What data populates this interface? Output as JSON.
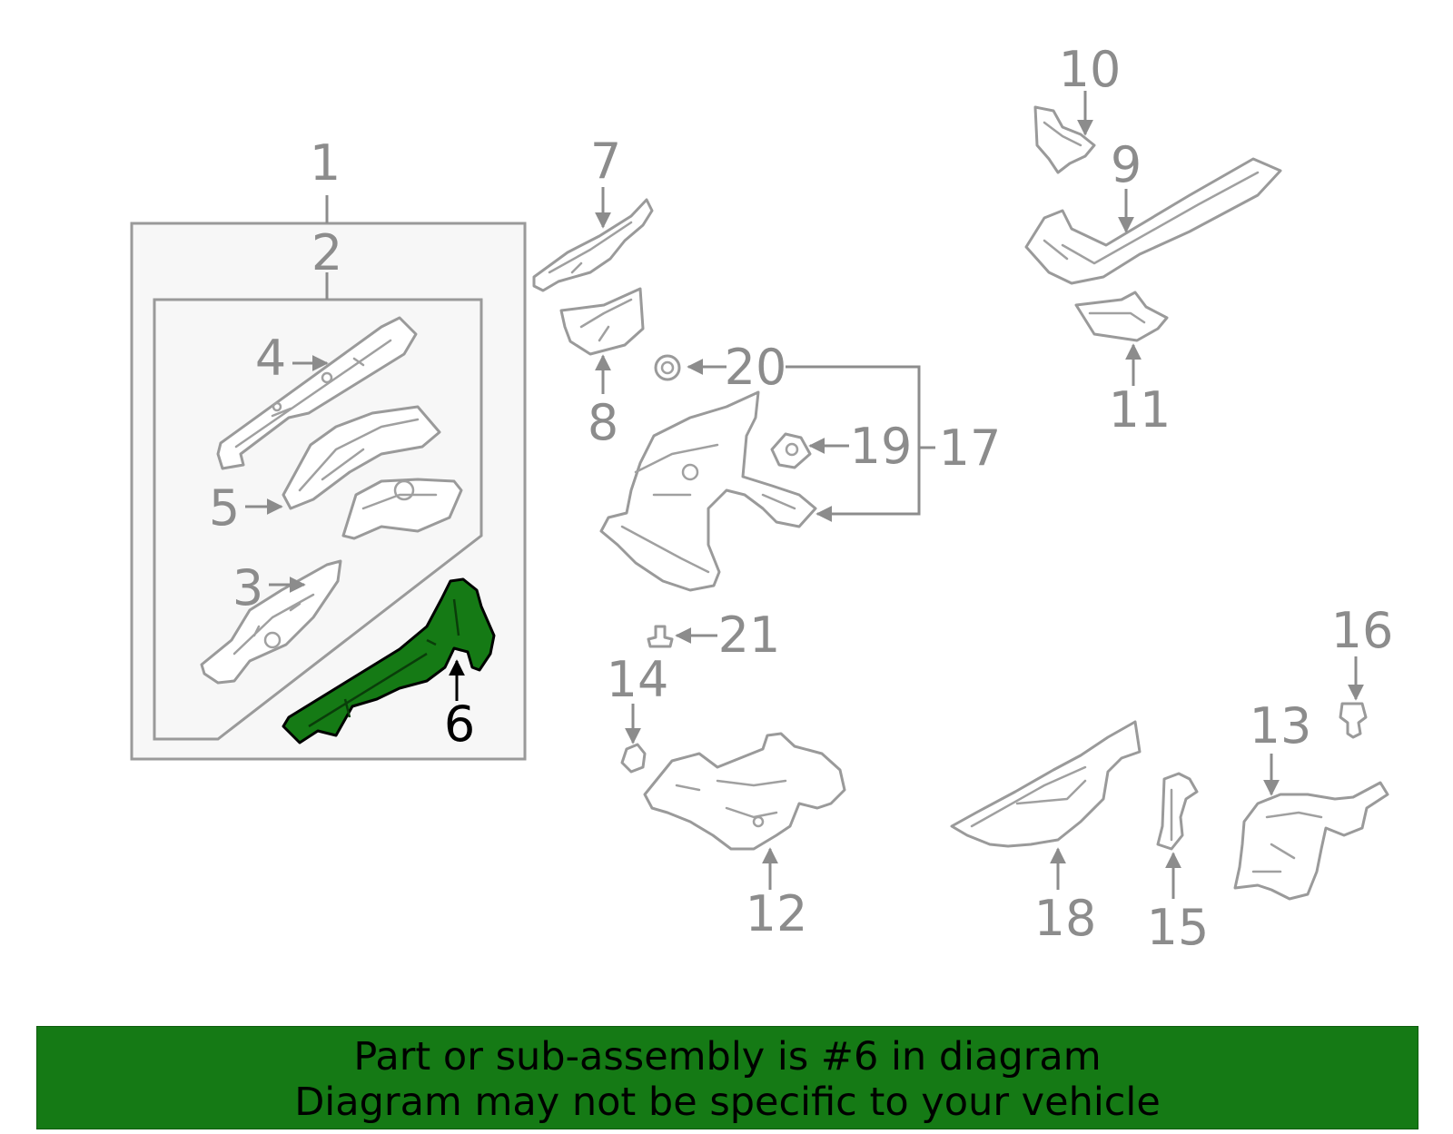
{
  "diagram": {
    "callouts": {
      "c1": "1",
      "c2": "2",
      "c3": "3",
      "c4": "4",
      "c5": "5",
      "c6": "6",
      "c7": "7",
      "c8": "8",
      "c9": "9",
      "c10": "10",
      "c11": "11",
      "c12": "12",
      "c13": "13",
      "c14": "14",
      "c15": "15",
      "c16": "16",
      "c17": "17",
      "c18": "18",
      "c19": "19",
      "c20": "20",
      "c21": "21"
    },
    "highlighted_part": "6",
    "colors": {
      "highlight_fill": "#157a15",
      "part_stroke": "#9a9a9a",
      "callout_text": "#8c8c8c",
      "banner_background": "#157a15"
    }
  },
  "banner": {
    "line1": "Part or sub-assembly is #6 in diagram",
    "line2": "Diagram may not be specific to your vehicle"
  }
}
